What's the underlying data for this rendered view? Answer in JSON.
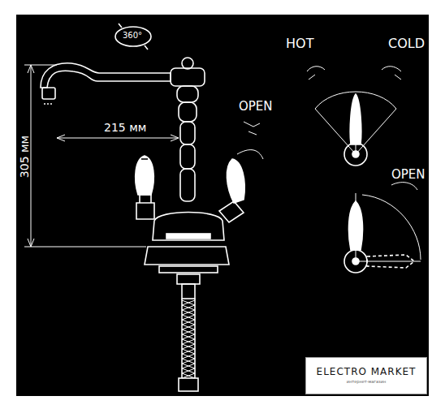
{
  "diagram": {
    "nodes": [
      {
        "text": [
          "ELECTRO MARKET",
          "интернет-магазин"
        ]
      }
    ],
    "labels": [
      "360°",
      "305 мм",
      "215 мм",
      "OPEN",
      "HOT",
      "COLD",
      "OPEN"
    ]
  }
}
